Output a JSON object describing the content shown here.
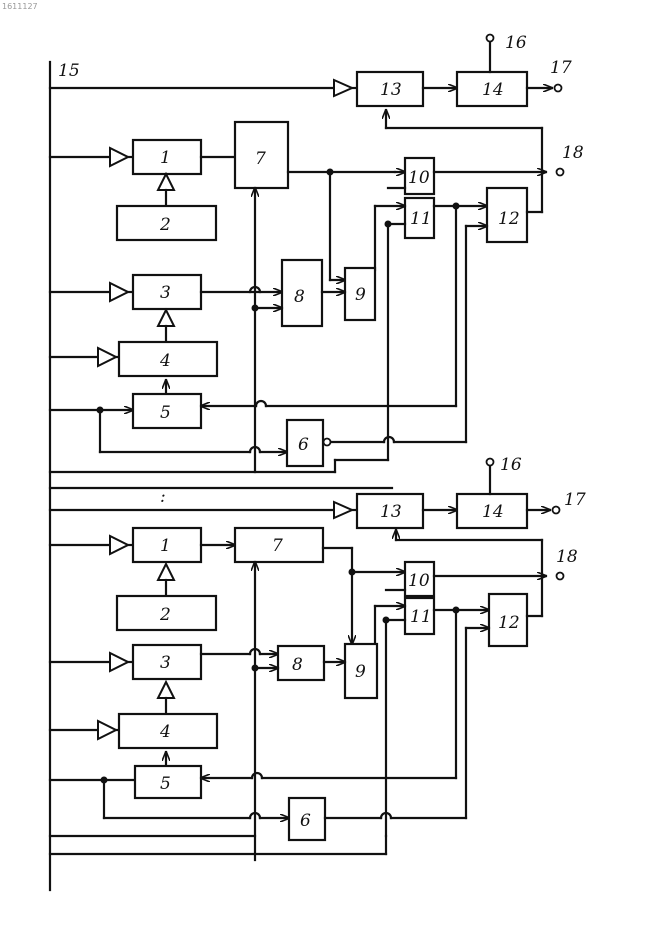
{
  "header": {
    "doc_number": "1611127"
  },
  "labels": {
    "b1": "1",
    "b2": "2",
    "b3": "3",
    "b4": "4",
    "b5": "5",
    "b6": "6",
    "b7": "7",
    "b8": "8",
    "b9": "9",
    "b10": "10",
    "b11": "11",
    "b12": "12",
    "b13": "13",
    "b14": "14",
    "p15": "15",
    "p16": "16",
    "p17": "17",
    "p18": "18"
  },
  "ellipsis": ":"
}
